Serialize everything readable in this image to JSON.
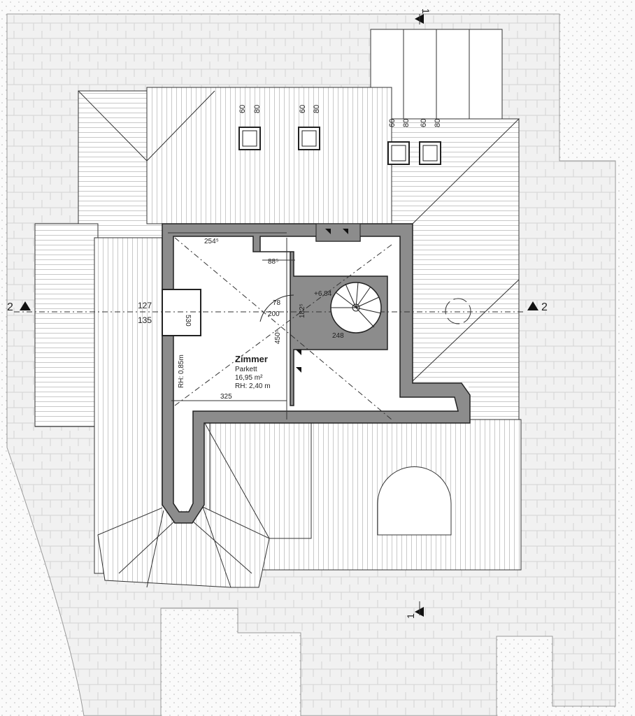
{
  "section_markers": {
    "section1": "1",
    "section2": "2"
  },
  "elevation_labels": {
    "upper": "127",
    "lower": "135"
  },
  "skylight_sizes": [
    {
      "w": "60",
      "h": "80"
    },
    {
      "w": "60",
      "h": "80"
    },
    {
      "w": "60",
      "h": "80"
    },
    {
      "w": "60",
      "h": "80"
    }
  ],
  "room": {
    "name": "Zimmer",
    "floor": "Parkett",
    "area": "16,95 m²",
    "height": "RH: 2,40 m",
    "side_height": "RH: 0,85m"
  },
  "dimensions": {
    "top_width": "254⁵",
    "notch": "88⁵",
    "door_radius": "78",
    "door_width": "200",
    "window_height": "530",
    "room_depth": "450⁵",
    "bottom_width": "325",
    "stair_depth": "182⁵",
    "stair_width": "248",
    "stair_level": "+6,84"
  },
  "colors": {
    "wall": "#8c8c8c",
    "line": "#222222",
    "ground": "#efefef"
  }
}
